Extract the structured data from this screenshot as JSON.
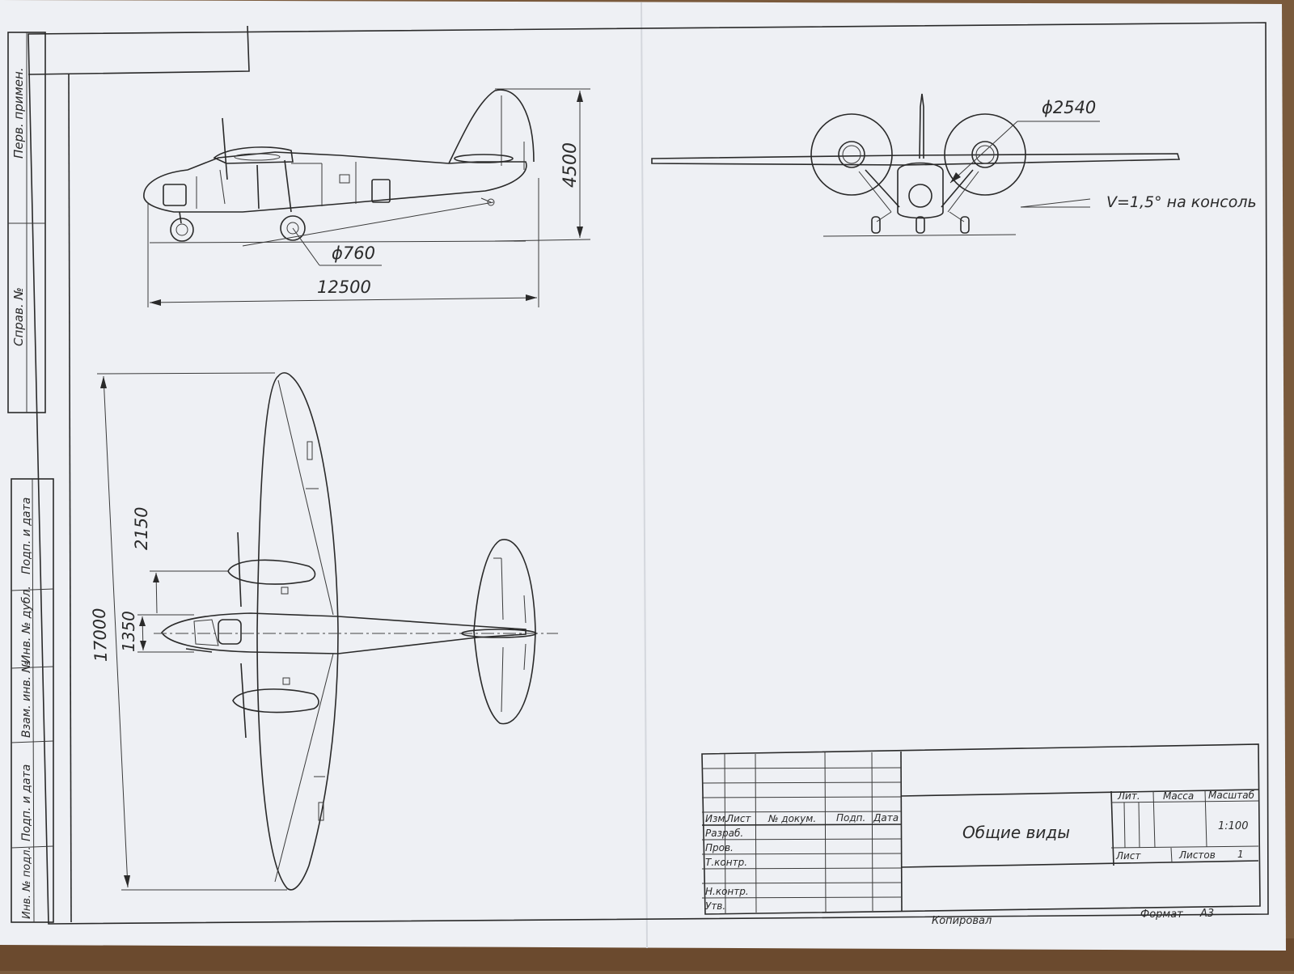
{
  "drawing": {
    "paper_color": "#eef0f4",
    "ink_color": "#2a2a2a",
    "side_view": {
      "height_dim": "4500",
      "wheel_dim": "ϕ760",
      "length_dim": "12500"
    },
    "front_view": {
      "prop_dim": "ϕ2540",
      "dihedral_note": "V=1,5° на консоль"
    },
    "top_view": {
      "span_dim": "17000",
      "engine_offset_dim": "2150",
      "fuselage_width_dim": "1350"
    },
    "left_strip": {
      "perv_primen": "Перв. примен.",
      "sprav_no": "Справ. №",
      "podp_data_1": "Подп. и дата",
      "inv_dubl": "Инв. № дубл.",
      "vzam_inv": "Взам. инв. №",
      "podp_data_2": "Подп. и дата",
      "inv_podl": "Инв. № подл."
    },
    "title_block": {
      "izm": "Изм.",
      "list": "Лист",
      "doc_no": "№ докум.",
      "podp": "Подп.",
      "data": "Дата",
      "razrab": "Разраб.",
      "prov": "Пров.",
      "tkontr": "Т.контр.",
      "nkontr": "Н.контр.",
      "utv": "Утв.",
      "title": "Общие виды",
      "lit": "Лит.",
      "massa": "Масса",
      "masshtab": "Масштаб",
      "scale_value": "1:100",
      "sheet_label": "Лист",
      "sheets_label": "Листов",
      "sheets_value": "1"
    },
    "footer": {
      "kopiroval": "Копировал",
      "format_label": "Формат",
      "format_value": "А3"
    }
  }
}
